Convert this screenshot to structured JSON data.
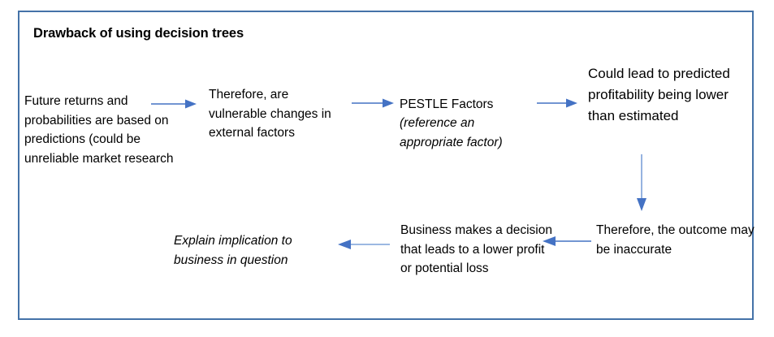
{
  "frame": {
    "border_color": "#4472a8",
    "background": "#ffffff"
  },
  "title": "Drawback of using decision trees",
  "arrow_color": "#4472c4",
  "diagram": {
    "type": "flowchart",
    "nodes": [
      {
        "id": "n1",
        "text": "Future returns and probabilities are based on predictions (could be unreliable market research",
        "style": "regular"
      },
      {
        "id": "n2",
        "text": "Therefore, are vulnerable changes in external factors",
        "style": "regular"
      },
      {
        "id": "n3",
        "text": "PESTLE Factors",
        "text_italic": "(reference an appropriate factor)",
        "style": "mixed"
      },
      {
        "id": "n4",
        "text": "Could lead to predicted profitability being lower than estimated",
        "style": "regular-large"
      },
      {
        "id": "n5",
        "text": "Therefore, the outcome may be inaccurate",
        "style": "regular"
      },
      {
        "id": "n6",
        "text": "Business makes a decision that leads to a lower profit or potential loss",
        "style": "regular"
      },
      {
        "id": "n7",
        "text": "Explain implication to business in question",
        "style": "italic"
      }
    ],
    "connectors": [
      {
        "id": "a1",
        "from": "n1",
        "to": "n2",
        "direction": "right"
      },
      {
        "id": "a2",
        "from": "n2",
        "to": "n3",
        "direction": "right"
      },
      {
        "id": "a3",
        "from": "n3",
        "to": "n4",
        "direction": "right"
      },
      {
        "id": "a4",
        "from": "n4",
        "to": "n5",
        "direction": "down"
      },
      {
        "id": "a5",
        "from": "n5",
        "to": "n6",
        "direction": "left"
      },
      {
        "id": "a6",
        "from": "n6",
        "to": "n7",
        "direction": "left"
      }
    ]
  }
}
